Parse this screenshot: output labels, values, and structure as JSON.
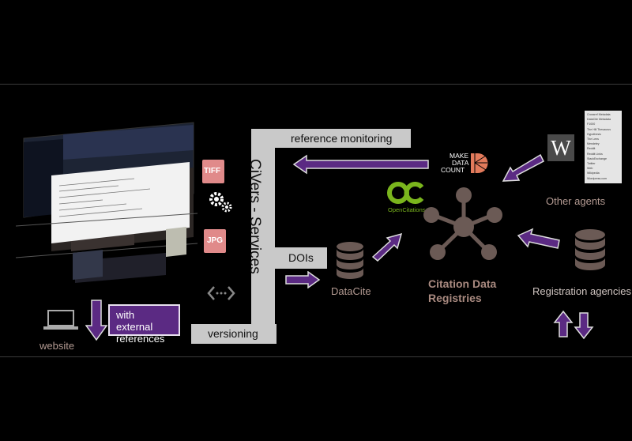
{
  "labels": {
    "reference_monitoring": "reference monitoring",
    "civers_services": "CiVers - Services",
    "dois": "DOIs",
    "versioning": "versioning",
    "with_external_references": "with external references",
    "website": "website",
    "datacite": "DataCite",
    "citation_data_registries": "Citation Data Registries",
    "registration_agencies": "Registration agencies",
    "other_agents": "Other agents"
  },
  "file_badges": {
    "tiff": "TIFF",
    "jpg": "JPG"
  },
  "logos": {
    "make_data_count": [
      "MAKE",
      "DATA",
      "COUNT"
    ],
    "opencitations_mark": "OC",
    "opencitations_name": "OpenCitations",
    "wikipedia": "W"
  },
  "agents_list": [
    "Crossref Metadata",
    "DataCite Metadata",
    "F1000",
    "The Hill Thesaurus",
    "Hypothesis",
    "The Lens",
    "Mendeley",
    "Reddit",
    "Reddit Links",
    "StackExchange",
    "Twitter",
    "Web",
    "Wikipedia",
    "Wordpress.com"
  ],
  "icons": [
    "laptop-icon",
    "gears-icon",
    "code-icon",
    "database-icon",
    "network-icon",
    "wikipedia-logo",
    "make-data-count-logo",
    "opencitations-logo"
  ],
  "colors": {
    "purple": "#5b2a83",
    "gray_bar": "#c9c9c9",
    "node_brown": "#6b5a55",
    "dim_text": "#b39a92",
    "oc_green": "#7ab51d",
    "mdc_orange": "#e27a5b"
  }
}
